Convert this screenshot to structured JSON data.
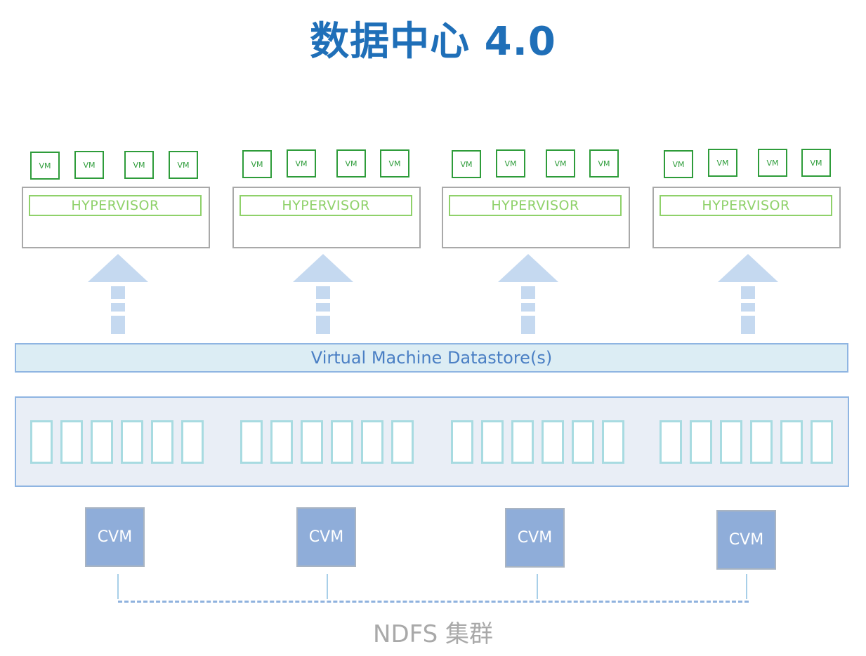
{
  "title": "数据中心 4.0",
  "vm_label": "VM",
  "hypervisor_label": "HYPERVISOR",
  "datastore_label": "Virtual Machine Datastore(s)",
  "cvm_label": "CVM",
  "cluster_label": "NDFS 集群",
  "nodes": [
    {
      "vms": [
        "VM",
        "VM",
        "VM",
        "VM"
      ],
      "hypervisor": "HYPERVISOR",
      "cvm": "CVM"
    },
    {
      "vms": [
        "VM",
        "VM",
        "VM",
        "VM"
      ],
      "hypervisor": "HYPERVISOR",
      "cvm": "CVM"
    },
    {
      "vms": [
        "VM",
        "VM",
        "VM",
        "VM"
      ],
      "hypervisor": "HYPERVISOR",
      "cvm": "CVM"
    },
    {
      "vms": [
        "VM",
        "VM",
        "VM",
        "VM"
      ],
      "hypervisor": "HYPERVISOR",
      "cvm": "CVM"
    }
  ],
  "colors": {
    "title": "#1f6fb8",
    "vm_border": "#2e9c3a",
    "hypervisor": "#8fd16a",
    "arrow": "#c5d9f0",
    "datastore_fill": "#dcedf4",
    "storage_fill": "#e9eef6",
    "disk_border": "#a8dbe1",
    "cvm_fill": "#8fadd9",
    "network": "#8fb2de"
  }
}
